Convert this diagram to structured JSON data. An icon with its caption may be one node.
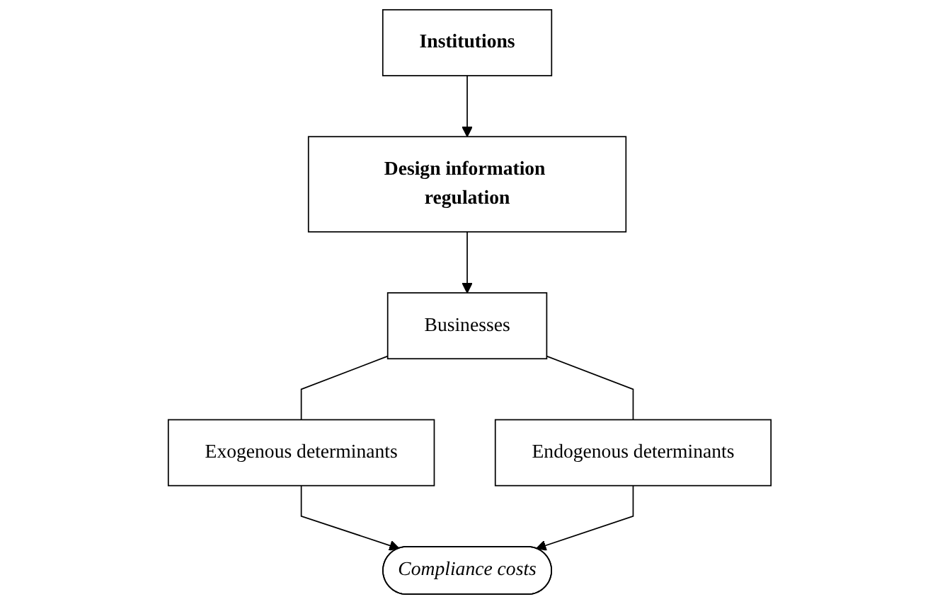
{
  "diagram": {
    "nodes": [
      {
        "text": [
          "Institutions"
        ]
      },
      {
        "text": [
          "Design information regulation"
        ]
      },
      {
        "text": [
          "Businesses"
        ]
      },
      {
        "text": [
          "Exogenous determinants"
        ]
      },
      {
        "text": [
          "Endogenous determinants"
        ]
      },
      {
        "text": [
          "Compliance costs"
        ]
      }
    ],
    "edges": [
      {
        "from": 0,
        "to": 1,
        "arrow": "to"
      },
      {
        "from": 1,
        "to": 2,
        "arrow": "to"
      },
      {
        "from": 2,
        "to": 3,
        "arrow": "none"
      },
      {
        "from": 2,
        "to": 4,
        "arrow": "none"
      },
      {
        "from": 3,
        "to": 5,
        "arrow": "to"
      },
      {
        "from": 4,
        "to": 5,
        "arrow": "to"
      }
    ]
  }
}
